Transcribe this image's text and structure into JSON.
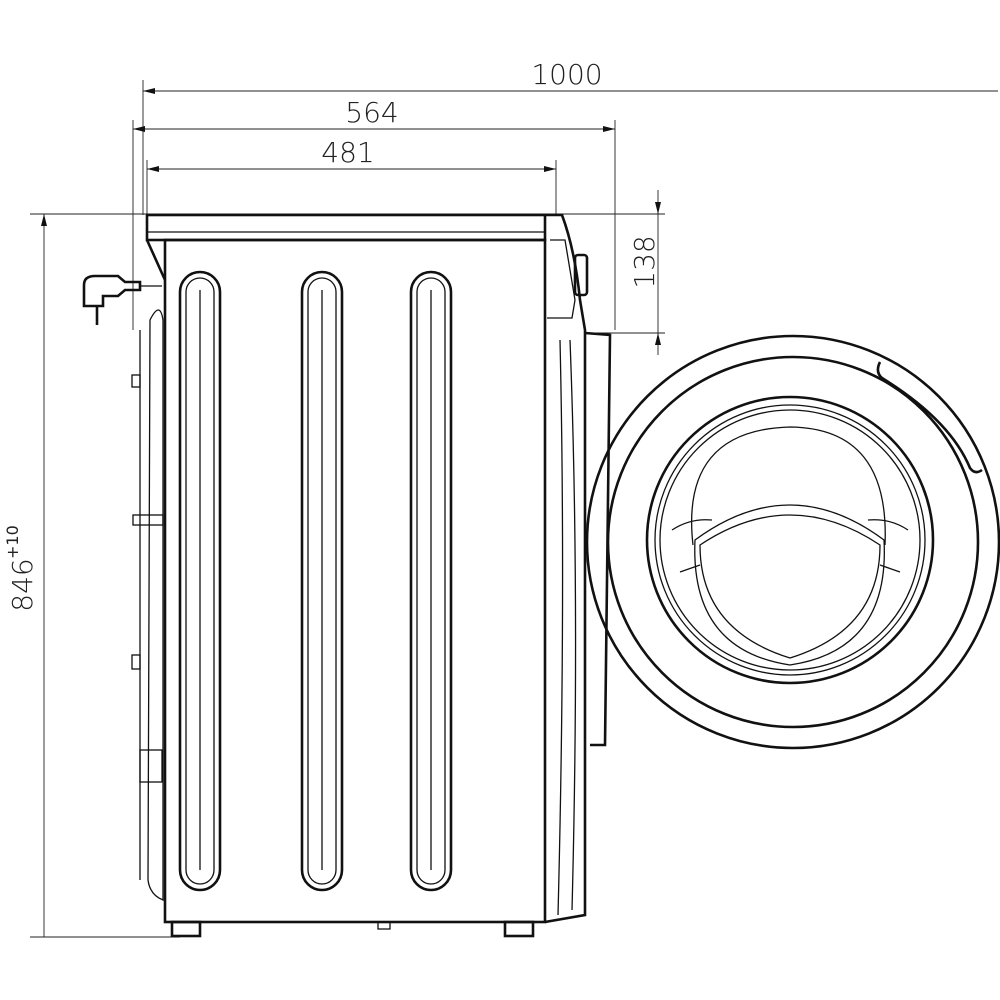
{
  "drawing": {
    "title": "Washing machine side view dimensions",
    "dimensions": {
      "depth_with_door_open": "1000",
      "depth_total": "564",
      "depth_body": "481",
      "panel_height": "138",
      "height": "846",
      "height_tolerance": "+10"
    },
    "line_color": "#111111",
    "background": "#ffffff"
  }
}
